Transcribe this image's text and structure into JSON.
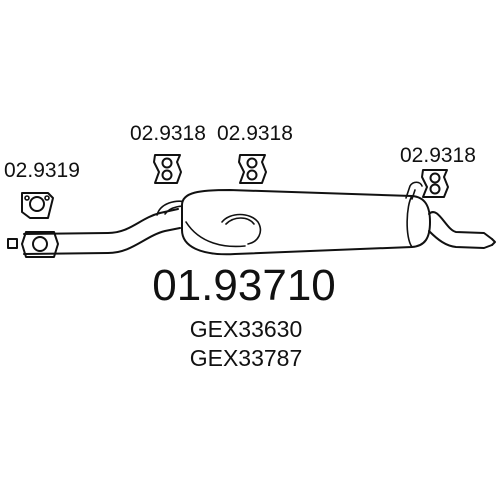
{
  "labels": {
    "clamp_1": "02.9319",
    "hanger_1": "02.9318",
    "hanger_2": "02.9318",
    "hanger_3": "02.9318"
  },
  "part_number": "01.93710",
  "oe_numbers": [
    "GEX33630",
    "GEX33787"
  ],
  "icons": {
    "gasket": "flange-gasket-icon",
    "hanger": "rubber-hanger-icon",
    "clamp": "pipe-clamp-icon",
    "muffler": "rear-silencer-icon"
  }
}
